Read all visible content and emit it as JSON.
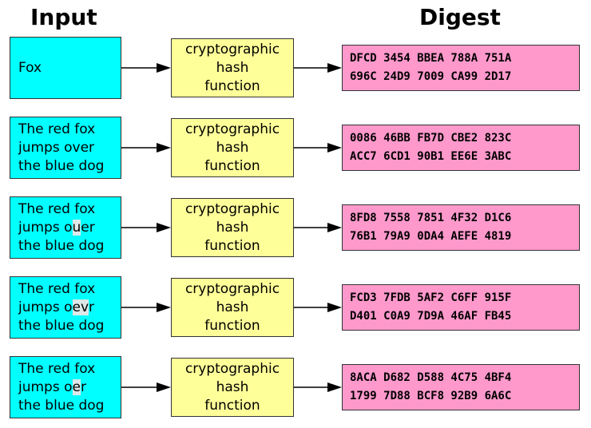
{
  "headers": {
    "input": "Input",
    "digest": "Digest"
  },
  "colors": {
    "input_box": "#00ffff",
    "hash_box": "#ffff99",
    "digest_box": "#ff99cc"
  },
  "rows": [
    {
      "input_lines": [
        "Fox"
      ],
      "hash_lines": [
        "cryptographic",
        "hash",
        "function"
      ],
      "digest_lines": [
        "DFCD 3454 BBEA 788A 751A",
        "696C 24D9 7009 CA99 2D17"
      ]
    },
    {
      "input_lines": [
        "The red fox",
        "jumps over",
        "the blue dog"
      ],
      "hash_lines": [
        "cryptographic",
        "hash",
        "function"
      ],
      "digest_lines": [
        "0086 46BB FB7D CBE2 823C",
        "ACC7 6CD1 90B1 EE6E 3ABC"
      ]
    },
    {
      "input_lines": [
        "The red fox",
        "jumps ouer",
        "the blue dog"
      ],
      "highlight": {
        "line": 2,
        "text": "u"
      },
      "hash_lines": [
        "cryptographic",
        "hash",
        "function"
      ],
      "digest_lines": [
        "8FD8 7558 7851 4F32 D1C6",
        "76B1 79A9 0DA4 AEFE 4819"
      ]
    },
    {
      "input_lines": [
        "The red fox",
        "jumps oevr",
        "the blue dog"
      ],
      "highlight": {
        "line": 2,
        "text": "ev"
      },
      "hash_lines": [
        "cryptographic",
        "hash",
        "function"
      ],
      "digest_lines": [
        "FCD3 7FDB 5AF2 C6FF 915F",
        "D401 C0A9 7D9A 46AF FB45"
      ]
    },
    {
      "input_lines": [
        "The red fox",
        "jumps oer",
        "the blue dog"
      ],
      "highlight": {
        "line": 2,
        "text": "e"
      },
      "hash_lines": [
        "cryptographic",
        "hash",
        "function"
      ],
      "digest_lines": [
        "8ACA D682 D588 4C75 4BF4",
        "1799 7D88 BCF8 92B9 6A6C"
      ]
    }
  ]
}
